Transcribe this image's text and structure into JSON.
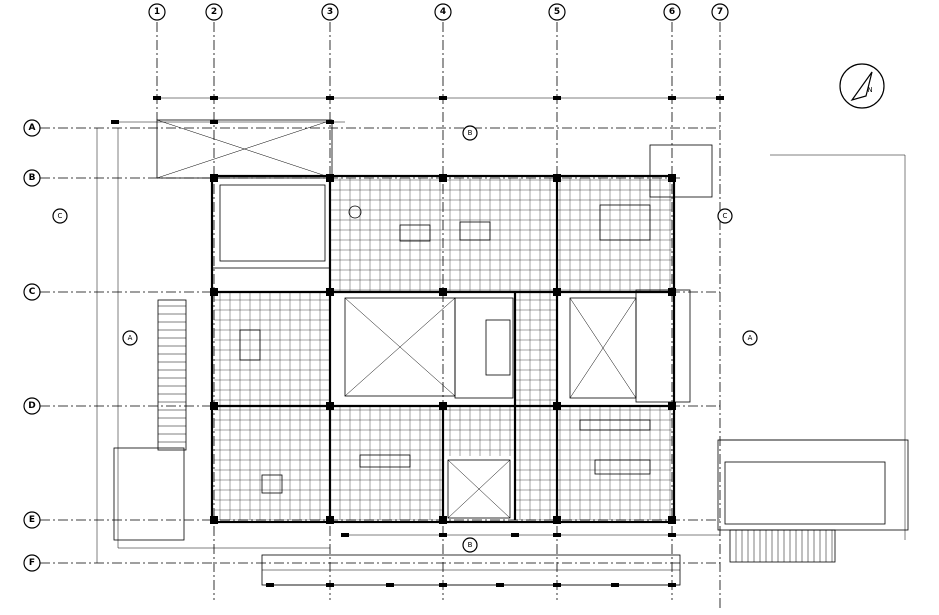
{
  "drawing": {
    "type": "architectural floor plan",
    "grid_columns": [
      "1",
      "2",
      "3",
      "4",
      "5",
      "6",
      "7"
    ],
    "grid_rows": [
      "A",
      "B",
      "C",
      "D",
      "E",
      "F"
    ],
    "section_markers": [
      "A",
      "A",
      "B",
      "B",
      "C",
      "C"
    ],
    "north_arrow_label": "N"
  }
}
